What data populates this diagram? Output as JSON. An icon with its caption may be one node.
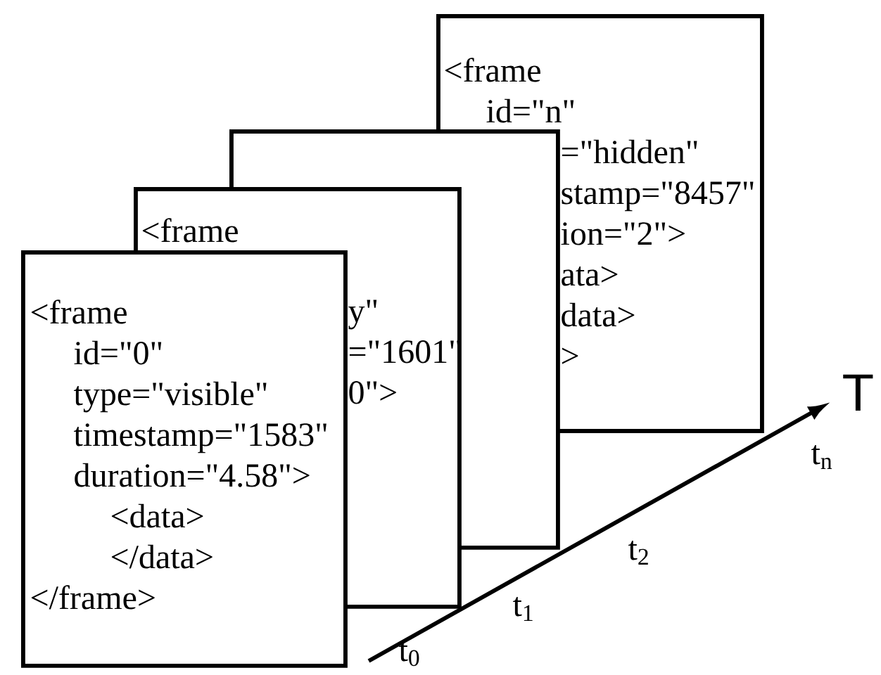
{
  "diagram": {
    "nodes": [
      {
        "text": [
          "<frame",
          "id=\"n\"",
          "=\"hidden\"",
          "stamp=\"8457\"",
          "ion=\"2\">",
          "ata>",
          "data>",
          ">"
        ]
      },
      {
        "text": [],
        "shape": "box"
      },
      {
        "text": [
          "<frame",
          "y\"",
          "=\"1601\"",
          "0\">"
        ]
      },
      {
        "text": [
          "<frame",
          "id=\"0\"",
          "type=\"visible\"",
          "timestamp=\"1583\"",
          "duration=\"4.58\">",
          "<data>",
          "</data>",
          "</frame>"
        ]
      }
    ],
    "labels": [
      "T",
      "t$_{n}$",
      "t$_{2}$",
      "t$_{1}$",
      "t$_{0}$"
    ]
  }
}
